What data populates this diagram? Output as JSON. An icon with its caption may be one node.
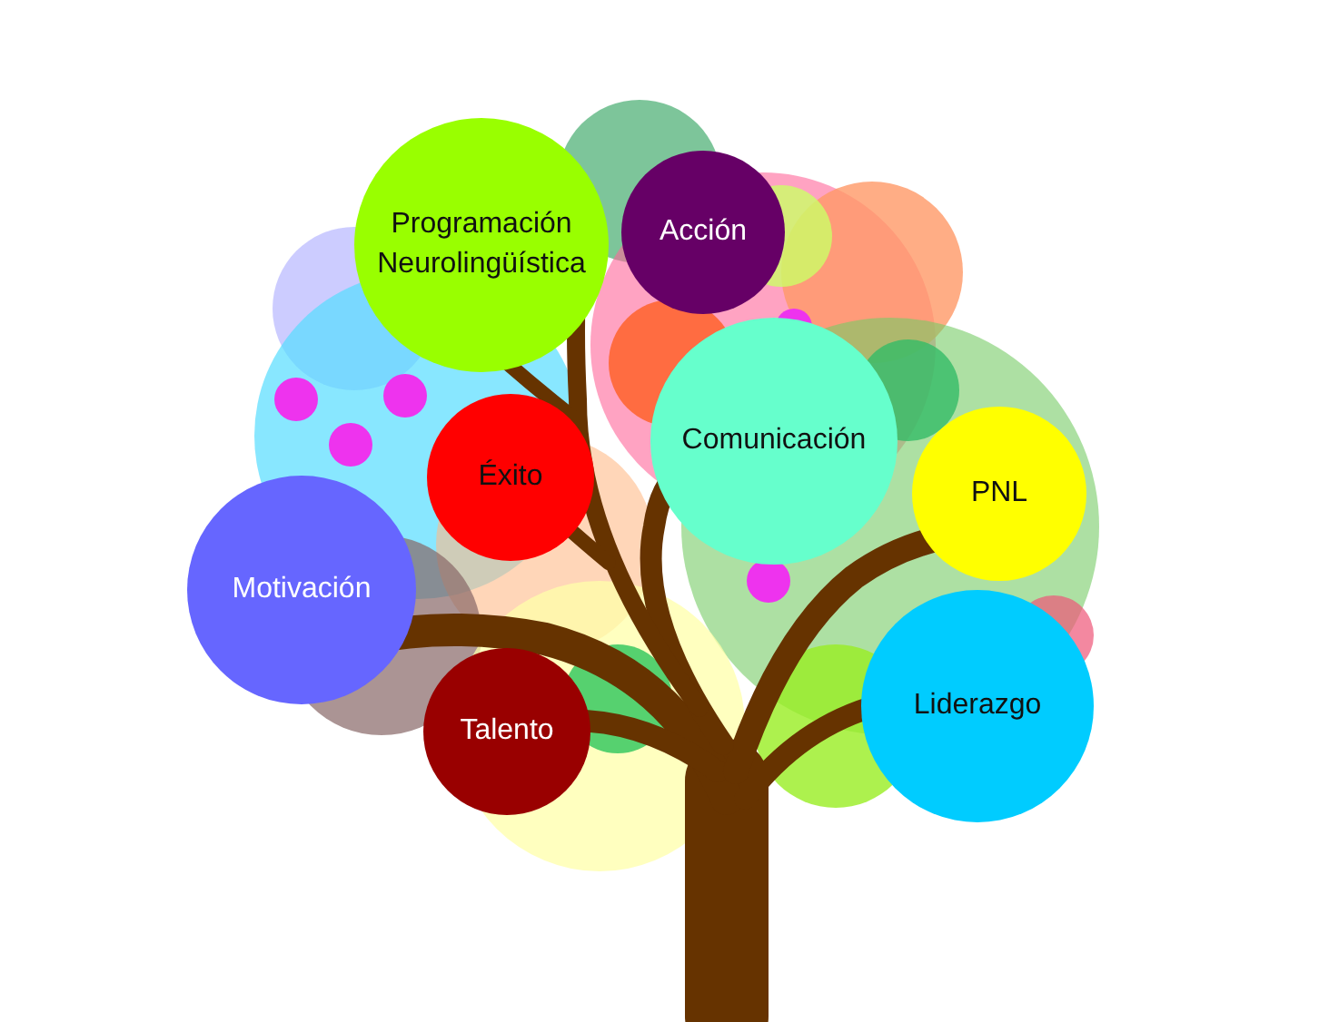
{
  "diagram": {
    "nodes": [
      {
        "text": [
          "Programación Neurolingüística"
        ]
      },
      {
        "text": [
          "Acción"
        ]
      },
      {
        "text": [
          "Comunicación"
        ]
      },
      {
        "text": [
          "Éxito"
        ]
      },
      {
        "text": [
          "PNL"
        ]
      },
      {
        "text": [
          "Motivación"
        ]
      },
      {
        "text": [
          "Talento"
        ]
      },
      {
        "text": [
          "Liderazgo"
        ]
      }
    ]
  }
}
